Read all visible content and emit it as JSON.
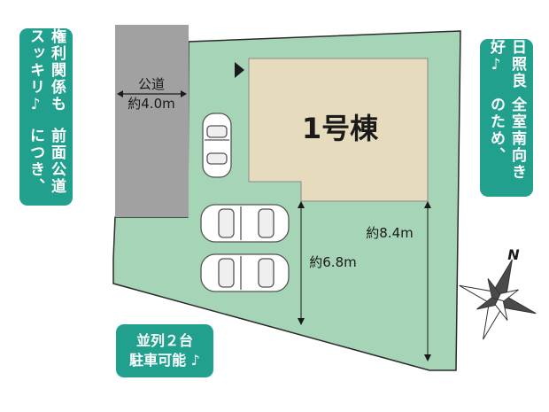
{
  "road": {
    "label": "公道",
    "width": "約4.0m"
  },
  "building": {
    "label": "1号棟"
  },
  "dimensions": {
    "depth_right": "約8.4m",
    "depth_center": "約6.8m"
  },
  "notes": {
    "left_lines": [
      "前面公道につき、",
      "権利関係もスッキリ♪"
    ],
    "right_lines": [
      "全室南向きのため、",
      "日照良好♪"
    ],
    "bottom_lines": [
      "並列２台",
      "駐車可能 ♪"
    ]
  },
  "compass": {
    "north_label": "N"
  },
  "colors": {
    "lot": "#a6d4b6",
    "road": "#a1a1a1",
    "building": "#e6dcbd",
    "note": "#21a08e"
  }
}
